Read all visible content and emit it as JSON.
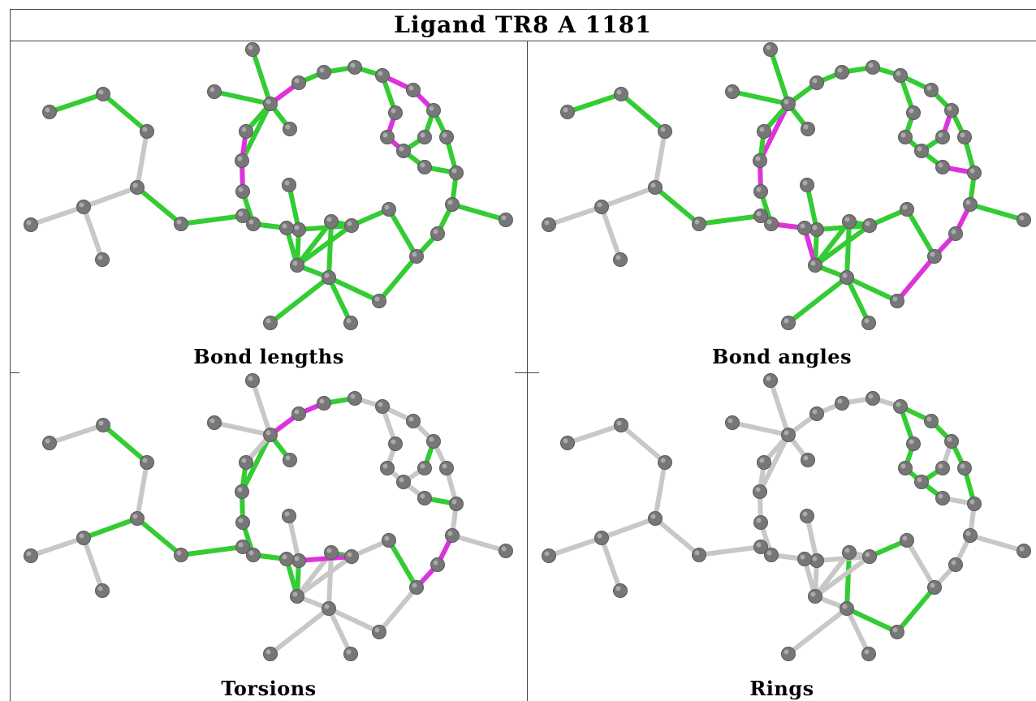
{
  "title": "Ligand TR8 A 1181",
  "panels": [
    {
      "id": "bond-lengths",
      "caption": "Bond lengths"
    },
    {
      "id": "bond-angles",
      "caption": "Bond angles"
    },
    {
      "id": "torsions",
      "caption": "Torsions"
    },
    {
      "id": "rings",
      "caption": "Rings"
    }
  ],
  "colors": {
    "ok": "#33cc33",
    "outlier": "#dd33dd",
    "neutral": "#c8c8c8",
    "atom": "#777777"
  }
}
